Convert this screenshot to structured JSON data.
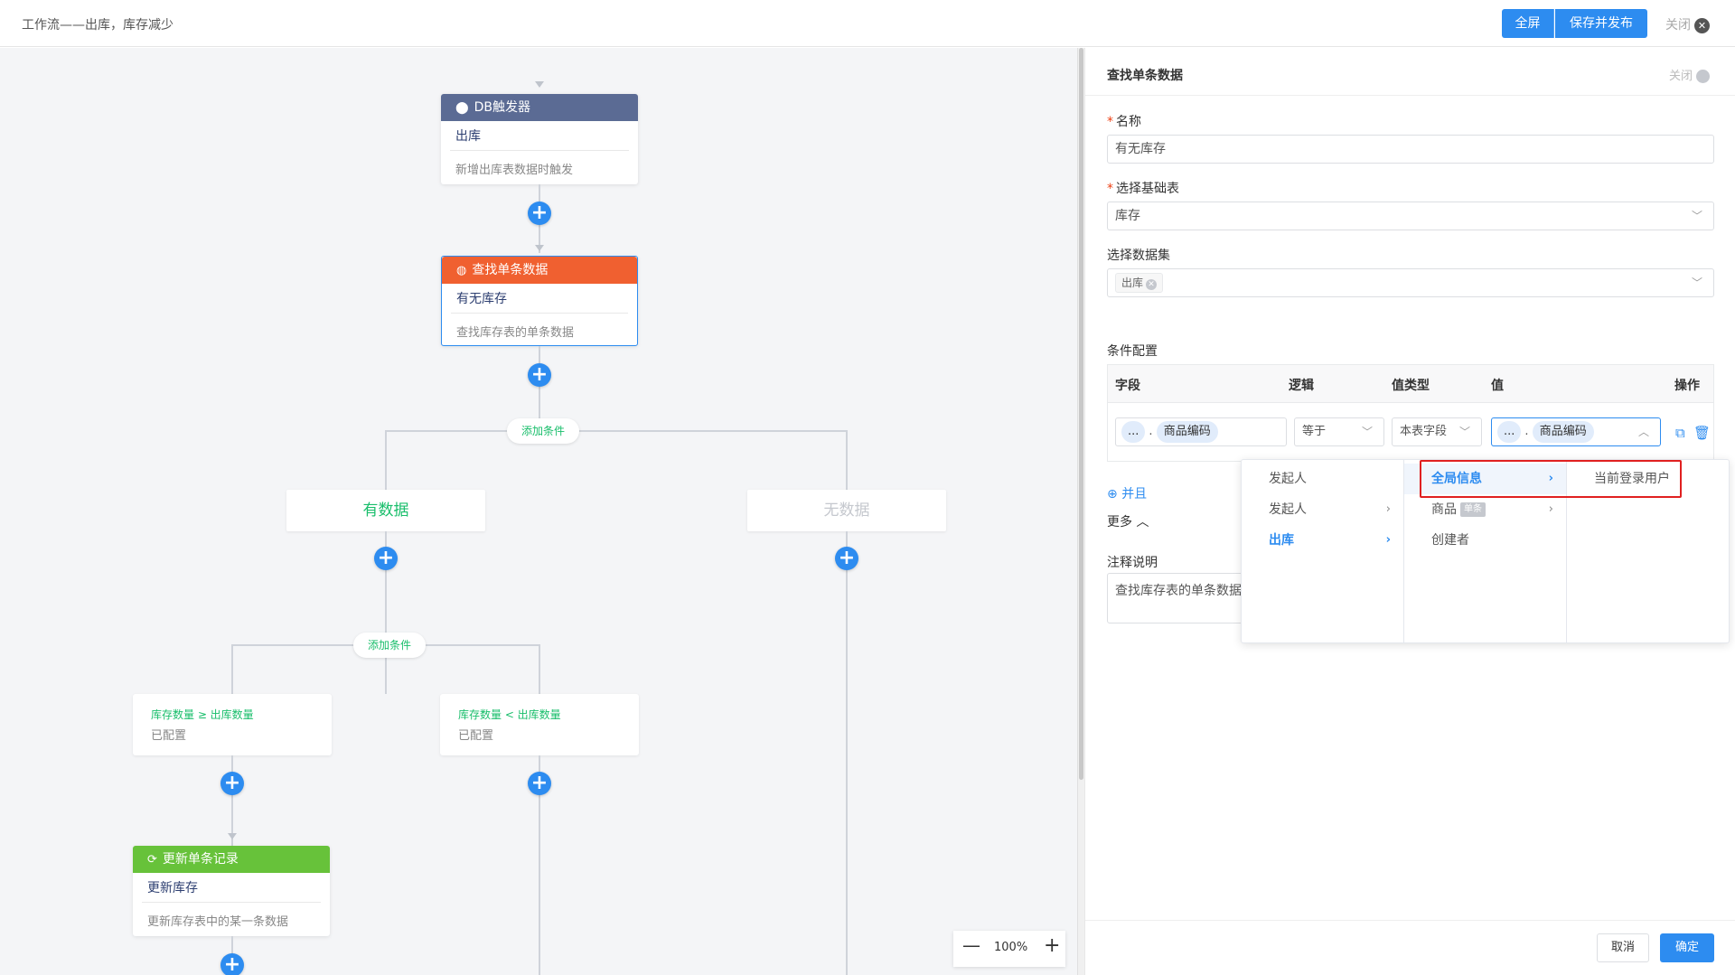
{
  "topbar": {
    "title": "工作流——出库，库存减少",
    "fullscreen_label": "全屏",
    "save_publish_label": "保存并发布",
    "close_label": "关闭"
  },
  "canvas": {
    "trigger_node": {
      "header": "DB触发器",
      "name": "出库",
      "desc": "新增出库表数据时触发",
      "color": "#5b6b94",
      "icon": "location-pin-icon"
    },
    "find_node": {
      "header": "查找单条数据",
      "name": "有无库存",
      "desc": "查找库存表的单条数据",
      "color": "#f06030",
      "icon": "search-icon"
    },
    "add_condition_1": "添加条件",
    "branch_has_data": "有数据",
    "branch_no_data": "无数据",
    "add_condition_2": "添加条件",
    "cond_left": {
      "expr": "库存数量 ≥ 出库数量",
      "status": "已配置"
    },
    "cond_right": {
      "expr": "库存数量 < 出库数量",
      "status": "已配置"
    },
    "update_node": {
      "header": "更新单条记录",
      "name": "更新库存",
      "desc": "更新库存表中的某一条数据",
      "color": "#67c23a",
      "icon": "refresh-icon"
    },
    "zoom_level": "100%"
  },
  "panel": {
    "title": "查找单条数据",
    "close_label": "关闭",
    "name_label": "名称",
    "name_value": "有无库存",
    "base_table_label": "选择基础表",
    "base_table_value": "库存",
    "dataset_label": "选择数据集",
    "dataset_tag": "出库",
    "condition_label": "条件配置",
    "table_headers": {
      "field": "字段",
      "logic": "逻辑",
      "value_type": "值类型",
      "value": "值",
      "action": "操作"
    },
    "row": {
      "field_dots": "...",
      "field_sep": ".",
      "field_name": "商品编码",
      "logic": "等于",
      "value_type": "本表字段",
      "value_dots": "...",
      "value_sep": ".",
      "value_name": "商品编码"
    },
    "and_label": "并且",
    "more_label": "更多",
    "note_label": "注释说明",
    "note_value": "查找库存表的单条数据",
    "cancel_label": "取消",
    "ok_label": "确定"
  },
  "dropdown": {
    "col1": [
      "发起人",
      "发起人",
      "出库"
    ],
    "col2": [
      "全局信息",
      "商品",
      "创建者"
    ],
    "col2_badge": "单条",
    "col3": [
      "当前登录用户"
    ]
  },
  "colors": {
    "accent": "#2d8cf0",
    "green": "#19be6b",
    "highlight": "#e02020"
  }
}
